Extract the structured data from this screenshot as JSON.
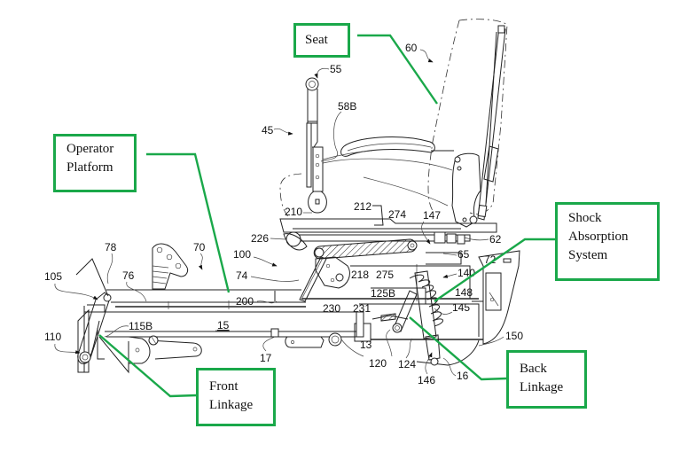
{
  "figure": {
    "accent_color": "#1aa84a",
    "callouts": {
      "seat": {
        "lines": [
          "Seat"
        ]
      },
      "operator_platform": {
        "lines": [
          "Operator",
          "Platform"
        ]
      },
      "shock_absorption": {
        "lines": [
          "Shock",
          "Absorption",
          "System"
        ]
      },
      "front_linkage": {
        "lines": [
          "Front",
          "Linkage"
        ]
      },
      "back_linkage": {
        "lines": [
          "Back",
          "Linkage"
        ]
      }
    },
    "reference_numerals": {
      "r55": "55",
      "r60": "60",
      "r58b": "58B",
      "r45": "45",
      "r210": "210",
      "r212": "212",
      "r274": "274",
      "r147": "147",
      "r62": "62",
      "r226": "226",
      "r100": "100",
      "r65": "65",
      "r72": "72",
      "r74": "74",
      "r218": "218",
      "r275": "275",
      "r140": "140",
      "r78": "78",
      "r70": "70",
      "r76": "76",
      "r105": "105",
      "r200": "200",
      "r125b": "125B",
      "r148": "148",
      "r230": "230",
      "r231": "231",
      "r145": "145",
      "r115b": "115B",
      "r15": "15",
      "r110": "110",
      "r17": "17",
      "r13": "13",
      "r150": "150",
      "r120": "120",
      "r124": "124",
      "r16": "16",
      "r146": "146"
    }
  }
}
